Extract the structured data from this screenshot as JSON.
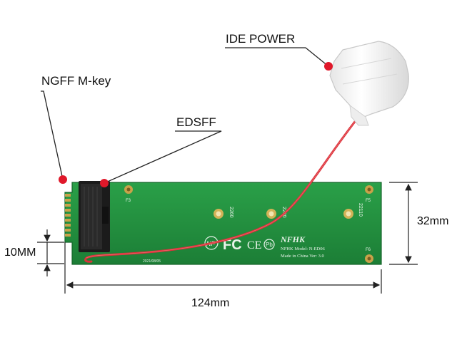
{
  "labels": {
    "ide_power": "IDE POWER",
    "ngff": "NGFF M-key",
    "edsff": "EDSFF",
    "height": "32mm",
    "length": "124mm",
    "edge": "10MM"
  },
  "board_text": {
    "brand": "NFHK",
    "model": "NFHK  Model: N-ED06",
    "made": "Made in China Ver: 3.0",
    "pos_2260": "2260",
    "pos_2280": "2280",
    "pos_22110": "22110",
    "f3": "F3",
    "f5": "F5",
    "f6": "F6",
    "fc": "FC",
    "ce": "CE",
    "nf": "NF",
    "pb": "Pb",
    "date": "2021/08/05"
  },
  "colors": {
    "pcb": "#1f8a3a",
    "pcb_dark": "#15642a",
    "wire": "#d9323a",
    "marker": "#e0182a",
    "connector": "#1b1b1b",
    "molex": "#f4f4f4",
    "gold": "#c9a24a"
  }
}
